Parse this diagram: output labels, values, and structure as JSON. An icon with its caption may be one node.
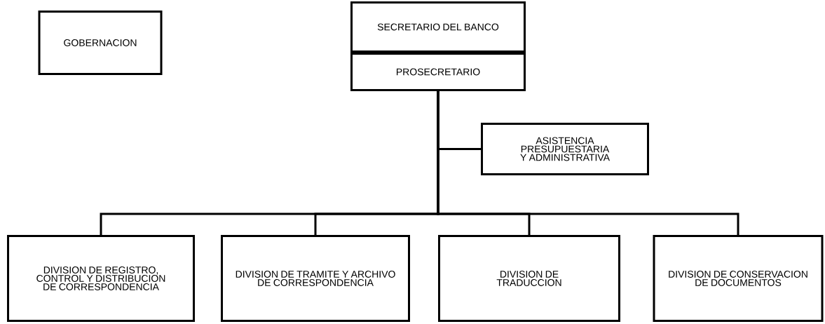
{
  "diagram": {
    "nodes": [
      {
        "text": [
          "GOBERNACION"
        ]
      },
      {
        "text": [
          "SECRETARIO DEL BANCO"
        ]
      },
      {
        "text": [
          "PROSECRETARIO"
        ]
      },
      {
        "text": [
          "ASISTENCIA PRESUPUESTARIA Y ADMINISTRATIVA"
        ]
      },
      {
        "text": [
          "DIVISION DE REGISTRO, CONTROL Y DISTRIBUCION DE CORRESPONDENCIA"
        ]
      },
      {
        "text": [
          "DIVISION DE TRAMITE Y ARCHIVO DE CORRESPONDENCIA"
        ]
      },
      {
        "text": [
          "DIVISION DE TRADUCCION"
        ]
      },
      {
        "text": [
          "DIVISION DE CONSERVACION DE DOCUMENTOS"
        ]
      }
    ],
    "edges": [
      {
        "from": 2,
        "to": 3,
        "arrow": "none"
      },
      {
        "from": 2,
        "to": 4,
        "arrow": "none"
      },
      {
        "from": 2,
        "to": 5,
        "arrow": "none"
      },
      {
        "from": 2,
        "to": 6,
        "arrow": "none"
      },
      {
        "from": 2,
        "to": 7,
        "arrow": "none"
      }
    ]
  }
}
